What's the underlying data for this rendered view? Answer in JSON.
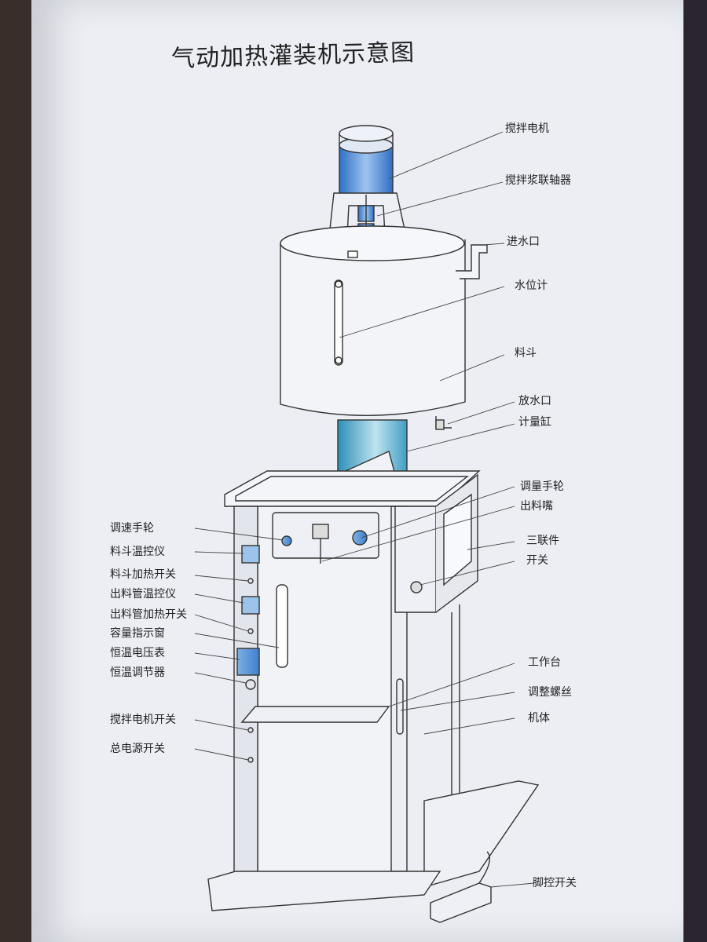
{
  "title": "气动加热灌装机示意图",
  "labels": {
    "stir_motor": "搅拌电机",
    "paddle_coupling": "搅拌浆联轴器",
    "water_inlet": "进水口",
    "water_gauge": "水位计",
    "hopper": "料斗",
    "drain_outlet": "放水口",
    "metering_cylinder": "计量缸",
    "volume_handwheel": "调量手轮",
    "nozzle": "出料嘴",
    "triplet": "三联件",
    "switch": "开关",
    "worktable": "工作台",
    "adjust_screw": "调整螺丝",
    "body": "机体",
    "foot_switch": "脚控开关",
    "speed_handwheel": "调速手轮",
    "hopper_temp_controller": "料斗温控仪",
    "hopper_heat_switch": "料斗加热开关",
    "pipe_temp_controller": "出料管温控仪",
    "pipe_heat_switch": "出料管加热开关",
    "capacity_window": "容量指示窗",
    "thermostat_voltmeter": "恒温电压表",
    "thermostat_regulator": "恒温调节器",
    "stir_motor_switch": "搅拌电机开关",
    "main_power_switch": "总电源开关"
  },
  "colors": {
    "motor_blue": "#3f7fd0",
    "paper": "#eceef4",
    "ink": "#222222"
  }
}
